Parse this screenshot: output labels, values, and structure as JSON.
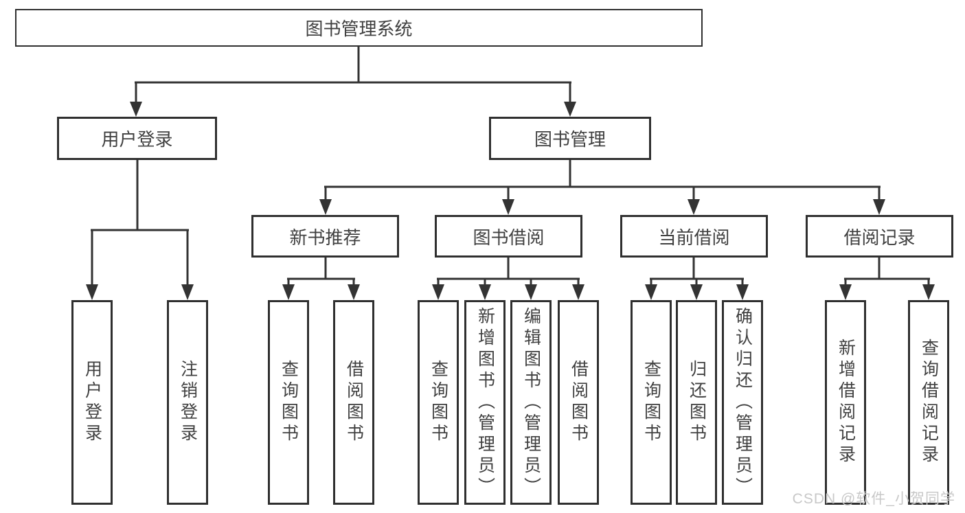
{
  "tree": {
    "root": {
      "label": "图书管理系统",
      "children": [
        {
          "label": "用户登录",
          "children": [
            {
              "label": "用户登录"
            },
            {
              "label": "注销登录"
            }
          ]
        },
        {
          "label": "图书管理",
          "children": [
            {
              "label": "新书推荐",
              "children": [
                {
                  "label": "查询图书"
                },
                {
                  "label": "借阅图书"
                }
              ]
            },
            {
              "label": "图书借阅",
              "children": [
                {
                  "label": "查询图书"
                },
                {
                  "label": "新增图书（管理员）"
                },
                {
                  "label": "编辑图书（管理员）"
                },
                {
                  "label": "借阅图书"
                }
              ]
            },
            {
              "label": "当前借阅",
              "children": [
                {
                  "label": "查询图书"
                },
                {
                  "label": "归还图书"
                },
                {
                  "label": "确认归还（管理员）"
                }
              ]
            },
            {
              "label": "借阅记录",
              "children": [
                {
                  "label": "新增借阅记录"
                },
                {
                  "label": "查询借阅记录"
                }
              ]
            }
          ]
        }
      ]
    }
  },
  "watermark": {
    "text": "CSDN @软件_小贺同学"
  },
  "colors": {
    "line": "#333333",
    "box_border": "#2f2f2f",
    "text": "#404040",
    "watermark": "#c8c8c8",
    "background": "#ffffff"
  }
}
